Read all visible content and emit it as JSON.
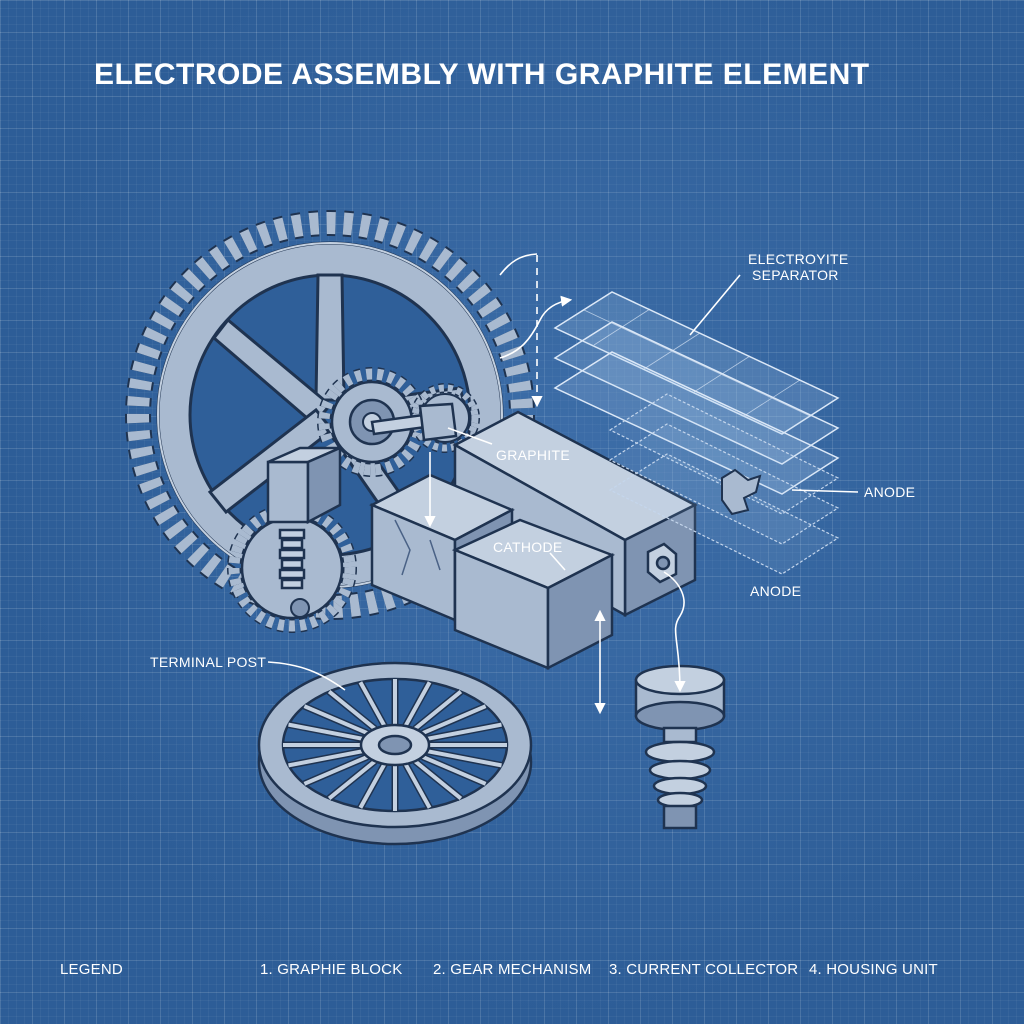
{
  "title": "ELECTRODE ASSEMBLY WITH GRAPHITE ELEMENT",
  "callouts": {
    "electrolyte_line1": "ELECTROYITE",
    "electrolyte_line2": "SEPARATOR",
    "anode_right": "ANODE",
    "anode_lower": "ANODE",
    "graphite": "GRAPHITE",
    "cathode": "CATHODE",
    "terminal_post": "TERMINAL POST"
  },
  "legend": {
    "heading": "LEGEND",
    "items": [
      "1. GRAPHIE BLOCK",
      "2. GEAR MECHANISM",
      "3. CURRENT COLLECTOR",
      "4. HOUSING UNIT"
    ]
  },
  "colors": {
    "background": "#2d5d97",
    "part_fill": "#a9bad0",
    "part_light": "#c3d0e0",
    "part_dark": "#7f94b2",
    "outline": "#1f3350",
    "label": "#ffffff"
  }
}
